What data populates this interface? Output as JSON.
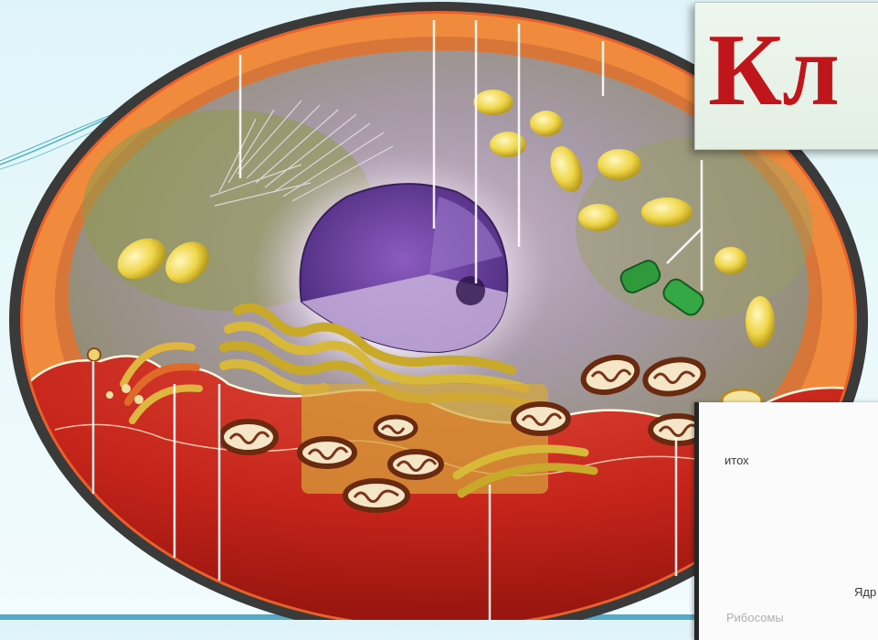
{
  "slide": {
    "title": "Кл",
    "colors": {
      "title_red": "#c0161b",
      "background": "#dff4f9",
      "membrane_orange": "#e8602a",
      "cytoplasm_red": "#c8261c",
      "nucleus_purple": "#6a3a9a",
      "mitochondria_brown": "#7a3418",
      "vesicle_yellow": "#f2e070",
      "chloroplast_green": "#2f9a3c"
    }
  },
  "cell_diagram": {
    "structures": [
      "outer-membrane-icon",
      "nucleus-icon",
      "nucleolus-icon",
      "mitochondrion-icon",
      "golgi-apparatus-icon",
      "endoplasmic-reticulum-icon",
      "vesicle-icon",
      "centriole-icon",
      "cytoskeleton-icon"
    ]
  },
  "background_sheet": {
    "fragment_1": "итох",
    "fragment_2": "Ядр",
    "fragment_3": "Рибосомы"
  }
}
